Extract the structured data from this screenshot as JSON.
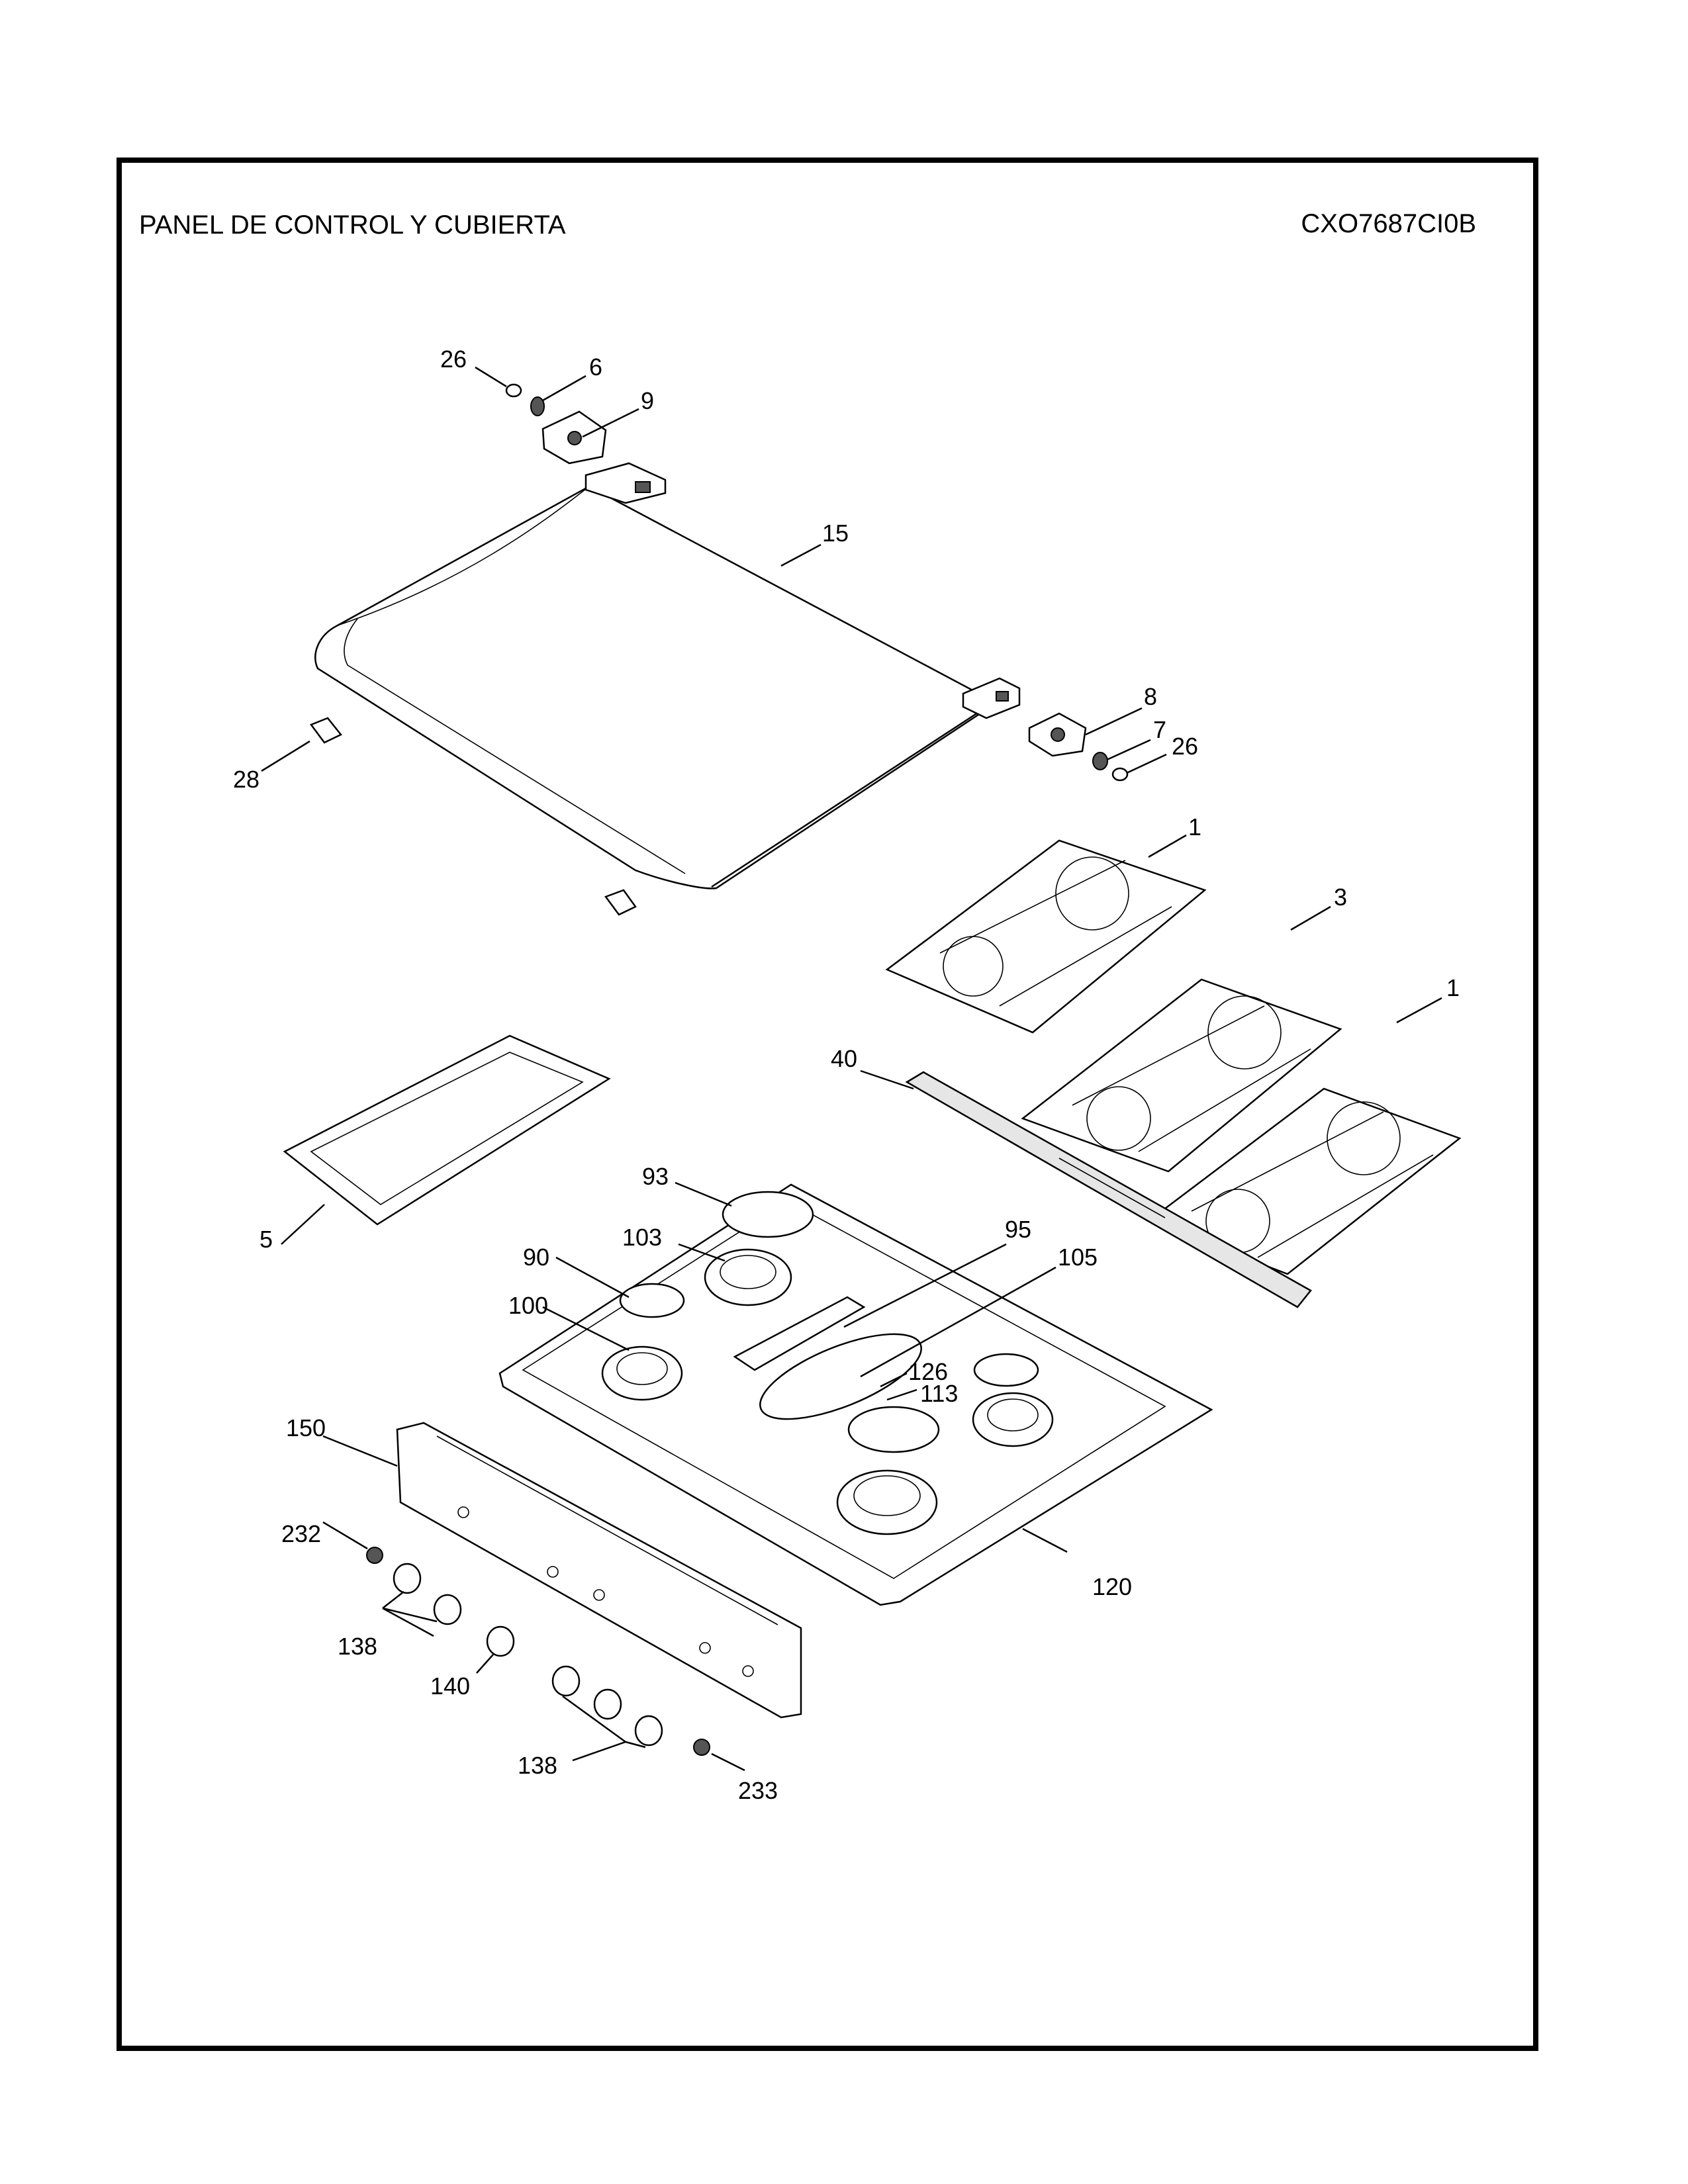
{
  "title": "PANEL DE CONTROL Y CUBIERTA",
  "code": "CXO7687CI0B",
  "callouts": [
    {
      "id": "c26a",
      "label": "26"
    },
    {
      "id": "c6",
      "label": "6"
    },
    {
      "id": "c9",
      "label": "9"
    },
    {
      "id": "c15",
      "label": "15"
    },
    {
      "id": "c8",
      "label": "8"
    },
    {
      "id": "c7",
      "label": "7"
    },
    {
      "id": "c26b",
      "label": "26"
    },
    {
      "id": "c28",
      "label": "28"
    },
    {
      "id": "c1a",
      "label": "1"
    },
    {
      "id": "c3",
      "label": "3"
    },
    {
      "id": "c1b",
      "label": "1"
    },
    {
      "id": "c40",
      "label": "40"
    },
    {
      "id": "c5",
      "label": "5"
    },
    {
      "id": "c93",
      "label": "93"
    },
    {
      "id": "c95",
      "label": "95"
    },
    {
      "id": "c103",
      "label": "103"
    },
    {
      "id": "c105",
      "label": "105"
    },
    {
      "id": "c90",
      "label": "90"
    },
    {
      "id": "c100",
      "label": "100"
    },
    {
      "id": "c126",
      "label": "126"
    },
    {
      "id": "c113",
      "label": "113"
    },
    {
      "id": "c150",
      "label": "150"
    },
    {
      "id": "c120",
      "label": "120"
    },
    {
      "id": "c232",
      "label": "232"
    },
    {
      "id": "c138a",
      "label": "138"
    },
    {
      "id": "c140",
      "label": "140"
    },
    {
      "id": "c138b",
      "label": "138"
    },
    {
      "id": "c233",
      "label": "233"
    }
  ]
}
